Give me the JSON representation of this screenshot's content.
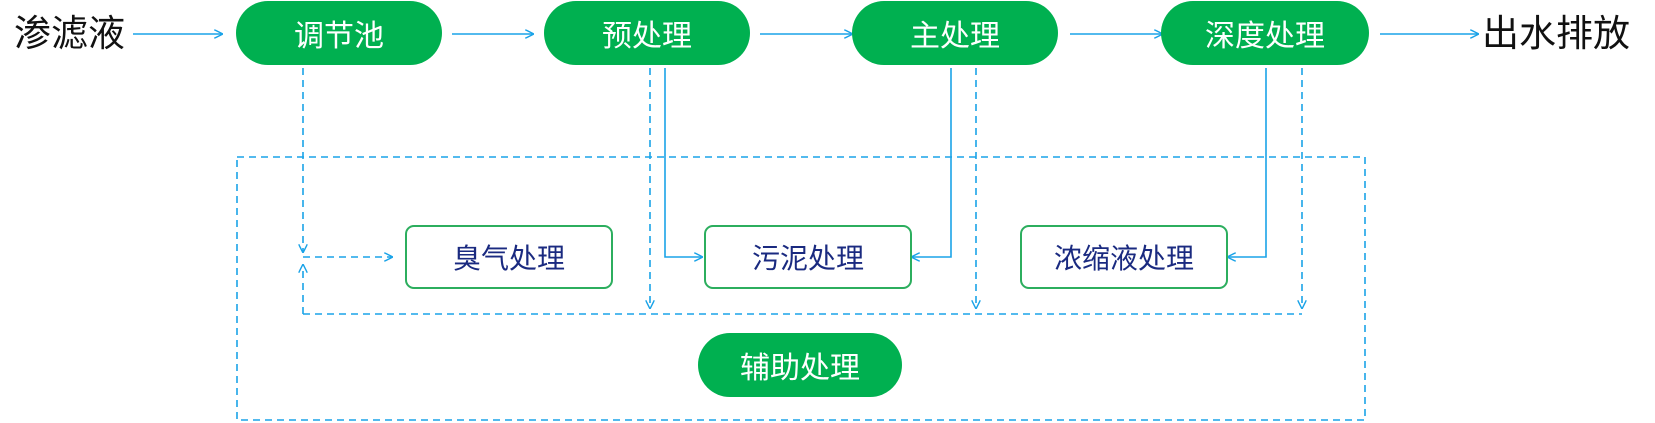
{
  "input_label": "渗滤液",
  "output_label": "出水排放",
  "main_steps": [
    {
      "label": "调节池"
    },
    {
      "label": "预处理"
    },
    {
      "label": "主处理"
    },
    {
      "label": "深度处理"
    }
  ],
  "aux_steps": [
    {
      "label": "臭气处理"
    },
    {
      "label": "污泥处理"
    },
    {
      "label": "浓缩液处理"
    }
  ],
  "aux_group_label": "辅助处理",
  "colors": {
    "pill_fill": "#00b050",
    "pill_text": "#ffffff",
    "box_border": "#2cae5e",
    "box_text": "#1a2a80",
    "arrow": "#1aa3e8",
    "outer_text": "#111111"
  }
}
